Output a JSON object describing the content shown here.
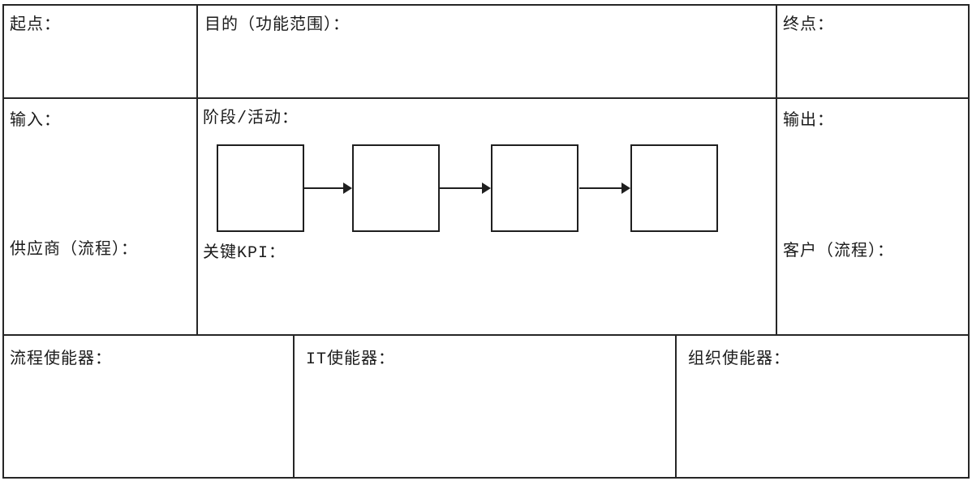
{
  "colors": {
    "line": "#262626",
    "box_border": "#1f1f1f",
    "text": "#1b1b1b",
    "background": "#ffffff"
  },
  "grid": {
    "row1": {
      "start": "起点：",
      "purpose": "目的（功能范围）：",
      "end": "终点："
    },
    "row2": {
      "input": "输入：",
      "stages": "阶段/活动：",
      "kpi": "关键KPI：",
      "supplier": "供应商（流程）：",
      "output": "输出：",
      "customer": "客户（流程）："
    },
    "row3": {
      "process_enabler": "流程使能器：",
      "it_enabler": "IT使能器：",
      "org_enabler": "组织使能器："
    }
  },
  "flow": {
    "box_count": 4,
    "boxes": [
      "",
      "",
      "",
      ""
    ],
    "direction": "left-to-right"
  }
}
